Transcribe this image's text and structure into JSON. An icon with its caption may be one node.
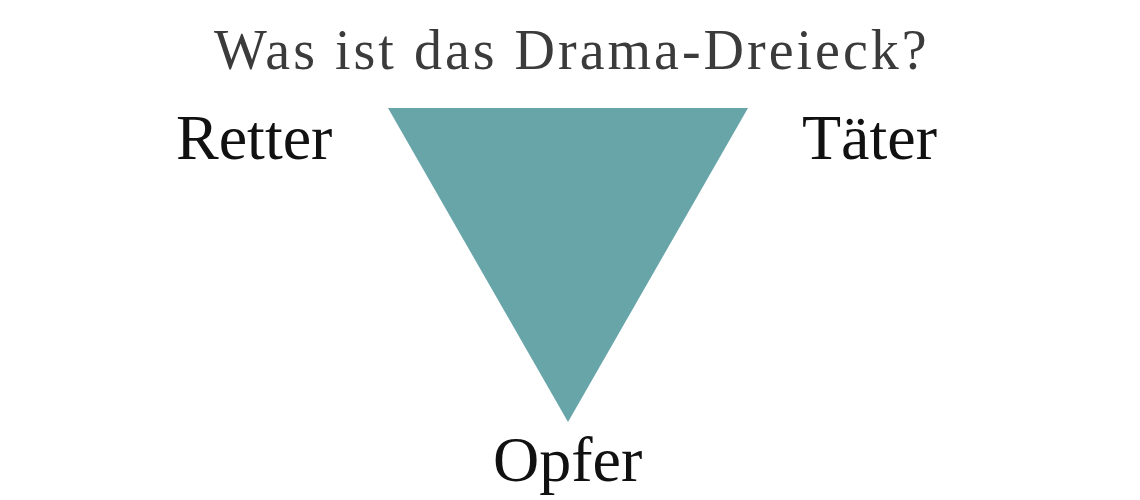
{
  "diagram": {
    "title": "Was ist das Drama-Dreieck?",
    "nodes": [
      {
        "text": [],
        "shape": "triangle",
        "beside": [
          "Retter",
          "Täter",
          "Opfer"
        ]
      }
    ]
  }
}
